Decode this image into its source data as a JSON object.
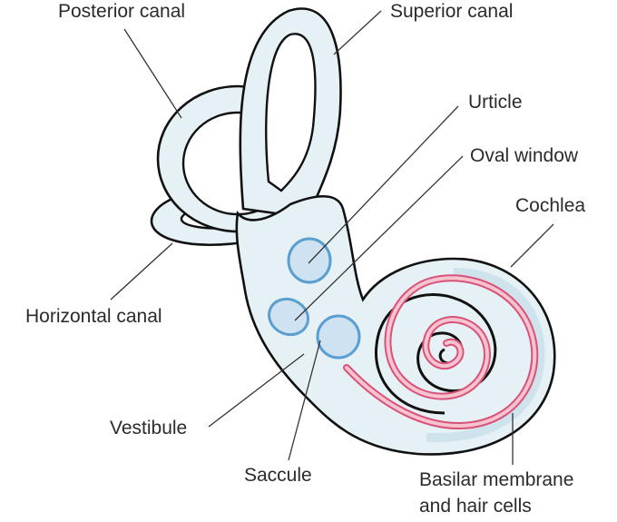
{
  "figure": {
    "subject": "Inner ear anatomy",
    "colors": {
      "tissue_fill": "#e6f1f6",
      "tissue_shadow": "#a9cedd",
      "outline": "#111111",
      "organ_stroke": "#5b9fd0",
      "organ_fill": "#cfe2f1",
      "basilar_membrane": "#d9527a",
      "basilar_membrane_fill": "#f6c3cf",
      "label_text": "#2b2b2b"
    },
    "labels": {
      "posterior_canal": "Posterior canal",
      "superior_canal": "Superior canal",
      "urticle": "Urticle",
      "oval_window": "Oval window",
      "cochlea": "Cochlea",
      "horizontal_canal": "Horizontal canal",
      "vestibule": "Vestibule",
      "saccule": "Saccule",
      "basilar_line1": "Basilar membrane",
      "basilar_line2": "and hair cells"
    }
  }
}
